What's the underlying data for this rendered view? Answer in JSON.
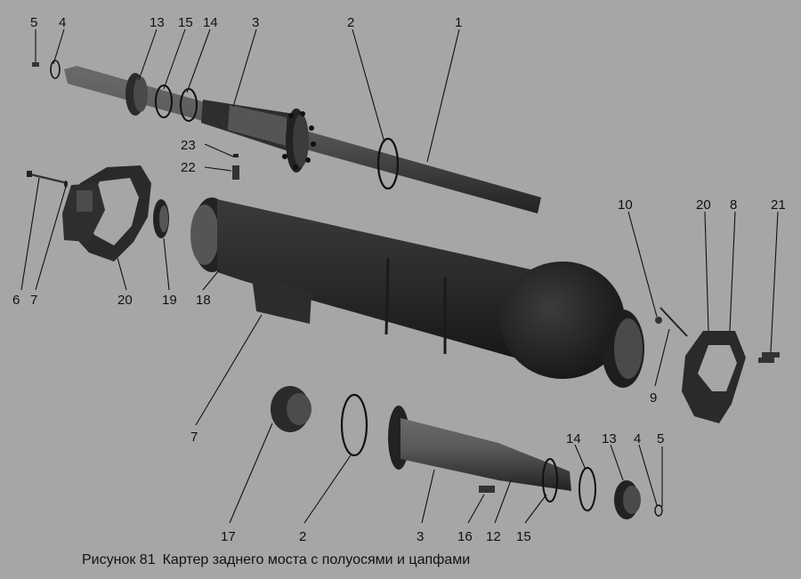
{
  "caption": {
    "number": "Рисунок 81",
    "title": "Картер заднего моста с полуосями и цапфами"
  },
  "callouts": [
    {
      "id": "c5a",
      "text": "5"
    },
    {
      "id": "c4a",
      "text": "4"
    },
    {
      "id": "c13a",
      "text": "13"
    },
    {
      "id": "c15a",
      "text": "15"
    },
    {
      "id": "c14a",
      "text": "14"
    },
    {
      "id": "c3a",
      "text": "3"
    },
    {
      "id": "c2a",
      "text": "2"
    },
    {
      "id": "c1",
      "text": "1"
    },
    {
      "id": "c23",
      "text": "23"
    },
    {
      "id": "c22",
      "text": "22"
    },
    {
      "id": "c6",
      "text": "6"
    },
    {
      "id": "c7a",
      "text": "7"
    },
    {
      "id": "c20a",
      "text": "20"
    },
    {
      "id": "c19",
      "text": "19"
    },
    {
      "id": "c18",
      "text": "18"
    },
    {
      "id": "c10",
      "text": "10"
    },
    {
      "id": "c20b",
      "text": "20"
    },
    {
      "id": "c8",
      "text": "8"
    },
    {
      "id": "c21",
      "text": "21"
    },
    {
      "id": "c9",
      "text": "9"
    },
    {
      "id": "c7b",
      "text": "7"
    },
    {
      "id": "c14b",
      "text": "14"
    },
    {
      "id": "c13b",
      "text": "13"
    },
    {
      "id": "c4b",
      "text": "4"
    },
    {
      "id": "c5b",
      "text": "5"
    },
    {
      "id": "c17",
      "text": "17"
    },
    {
      "id": "c2b",
      "text": "2"
    },
    {
      "id": "c3b",
      "text": "3"
    },
    {
      "id": "c16",
      "text": "16"
    },
    {
      "id": "c12",
      "text": "12"
    },
    {
      "id": "c15b",
      "text": "15"
    }
  ]
}
